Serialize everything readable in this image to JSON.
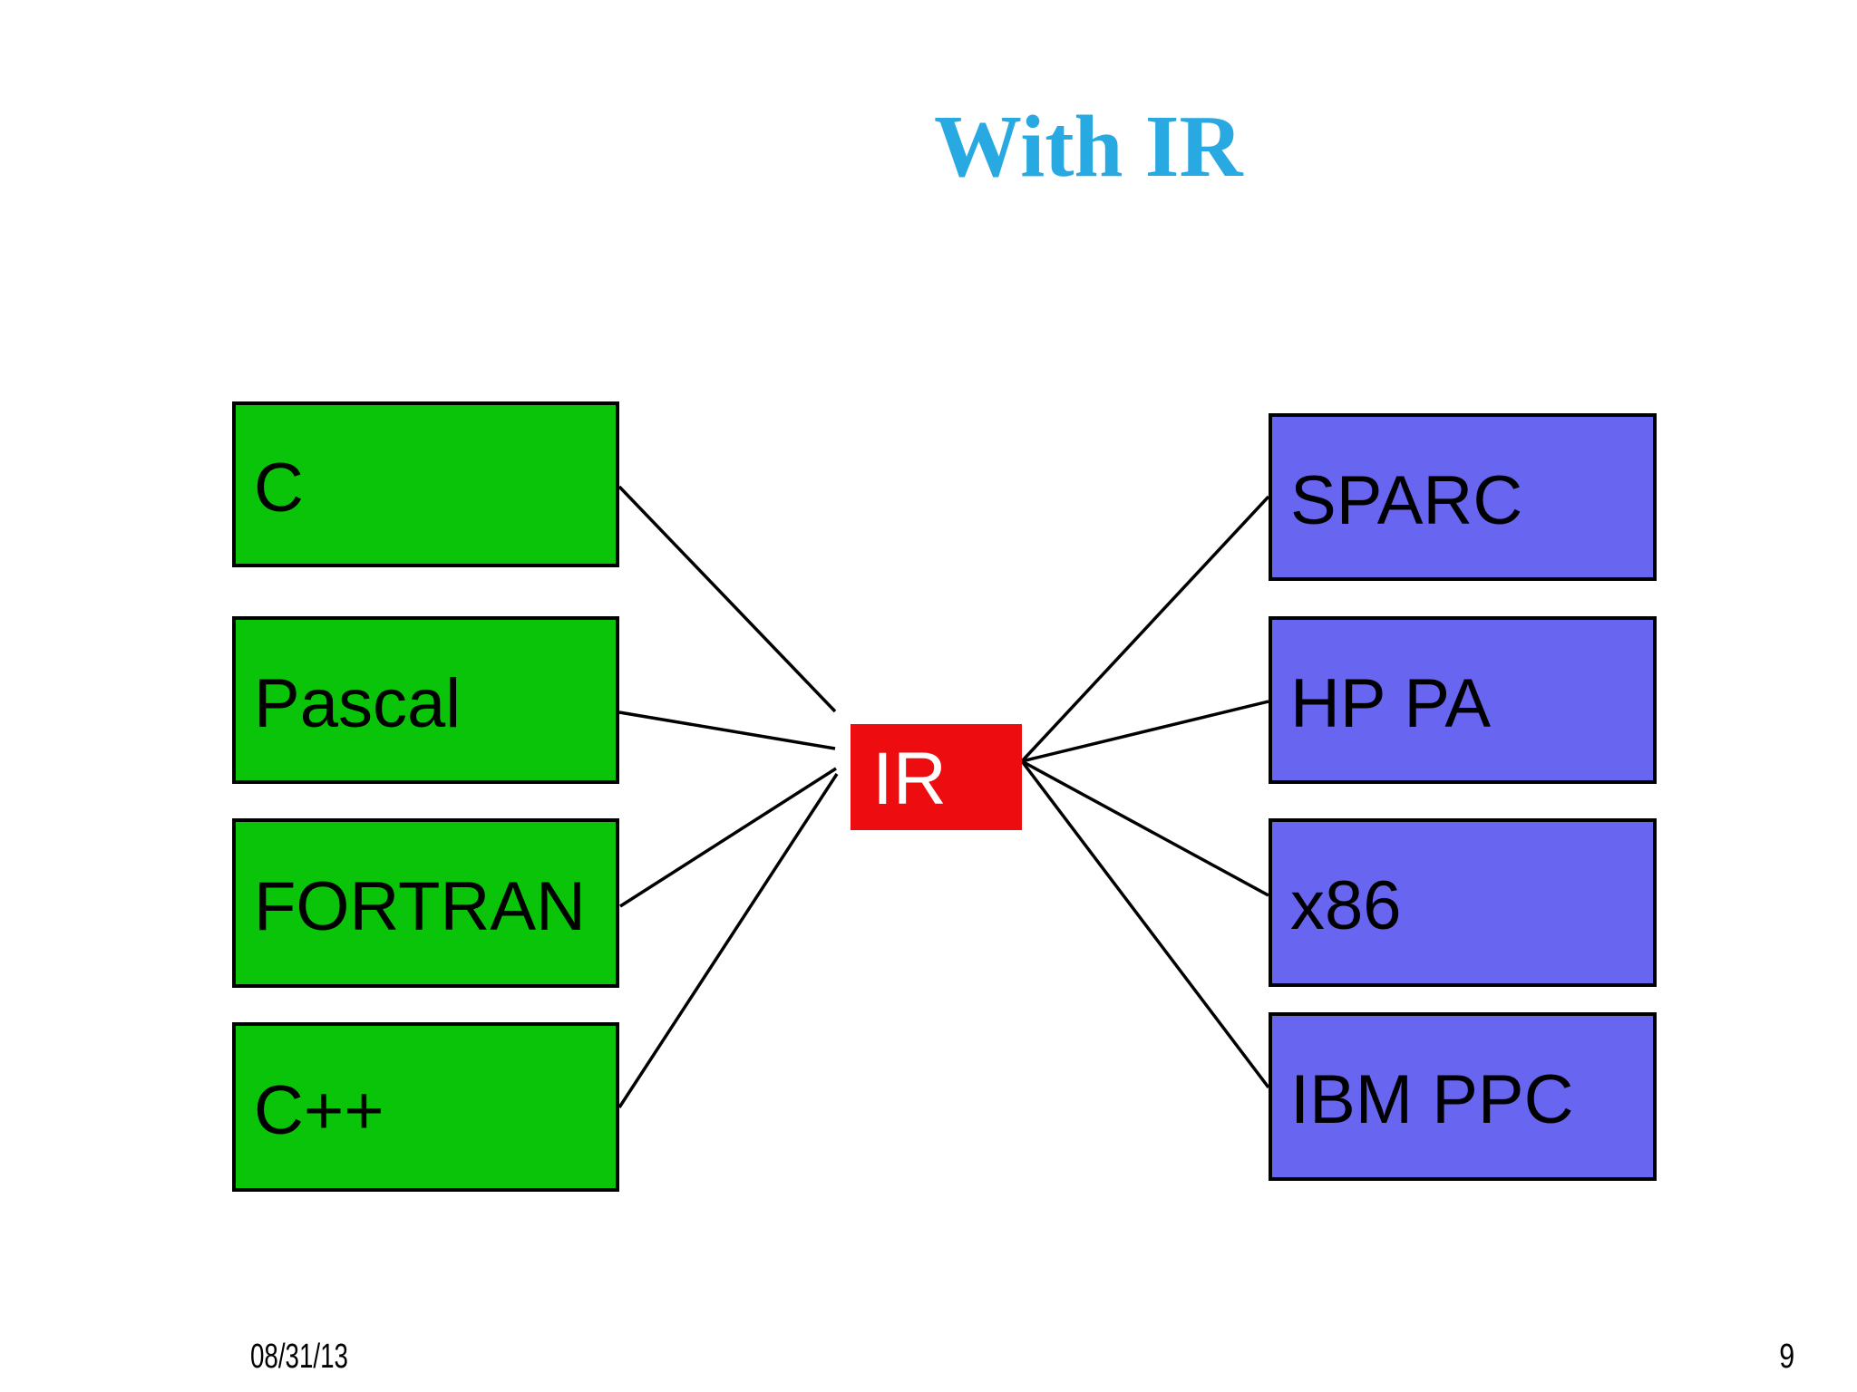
{
  "slide": {
    "title": "With IR",
    "footer": {
      "date": "08/31/13",
      "page_number": "9"
    }
  },
  "colors": {
    "background": "#FFFFFF",
    "title_text": "#29A9E1",
    "source_box_fill": "#0AC40A",
    "target_box_fill": "#6866F0",
    "ir_box_fill": "#ED0C10",
    "box_border": "#000000",
    "box_text": "#000000",
    "ir_text": "#FFFFFF",
    "connector": "#000000",
    "footer_text": "#000000"
  },
  "diagram": {
    "center_node": {
      "label": "IR"
    },
    "source_nodes": [
      {
        "label": "C"
      },
      {
        "label": "Pascal"
      },
      {
        "label": "FORTRAN"
      },
      {
        "label": "C++"
      }
    ],
    "target_nodes": [
      {
        "label": "SPARC"
      },
      {
        "label": "HP PA"
      },
      {
        "label": "x86"
      },
      {
        "label": "IBM PPC"
      }
    ]
  }
}
